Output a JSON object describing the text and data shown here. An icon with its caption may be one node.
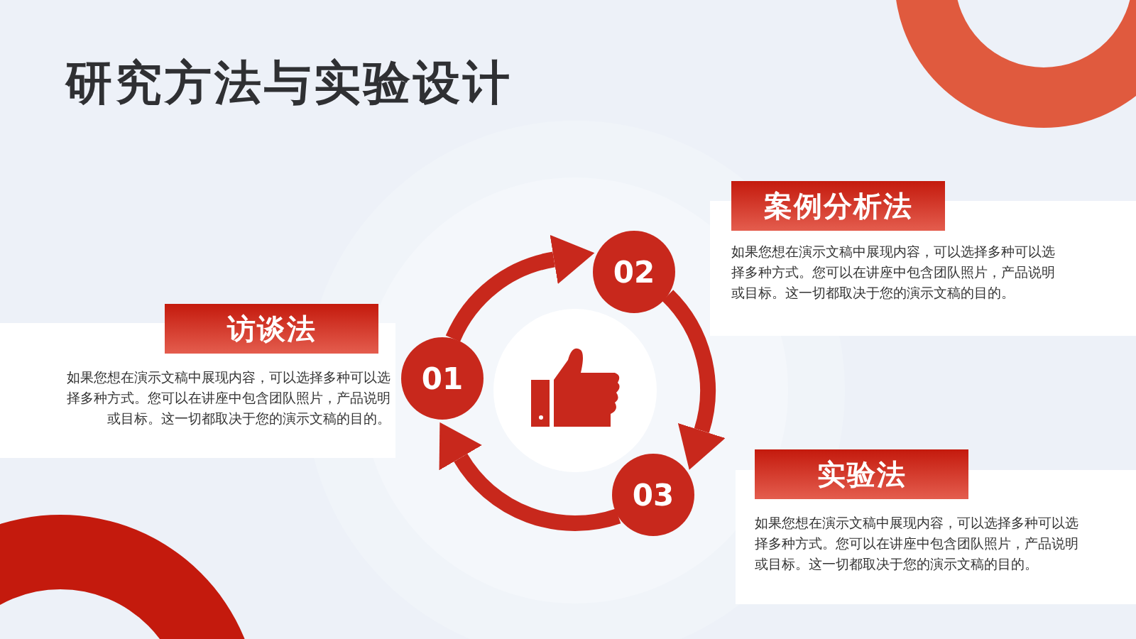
{
  "diagram": {
    "title": "研究方法与实验设计",
    "nodes": [
      {
        "text": [
          "01"
        ]
      },
      {
        "text": [
          "02"
        ]
      },
      {
        "text": [
          "03"
        ]
      },
      {
        "text": [
          "访谈法",
          "如果您想在演示文稿中展现内容，可以选择多种可以选择多种方式。您可以在讲座中包含团队照片，产品说明或目标。这一切都取决于您的演示文稿的目的。"
        ]
      },
      {
        "text": [
          "案例分析法",
          "如果您想在演示文稿中展现内容，可以选择多种可以选择多种方式。您可以在讲座中包含团队照片，产品说明或目标。这一切都取决于您的演示文稿的目的。"
        ]
      },
      {
        "text": [
          "实验法",
          "如果您想在演示文稿中展现内容，可以选择多种可以选择多种方式。您可以在讲座中包含团队照片，产品说明或目标。这一切都取决于您的演示文稿的目的。"
        ]
      }
    ],
    "edges": [
      {
        "from": 0,
        "to": 1,
        "arrow": "to"
      },
      {
        "from": 1,
        "to": 2,
        "arrow": "to"
      },
      {
        "from": 2,
        "to": 0,
        "arrow": "to"
      }
    ]
  }
}
